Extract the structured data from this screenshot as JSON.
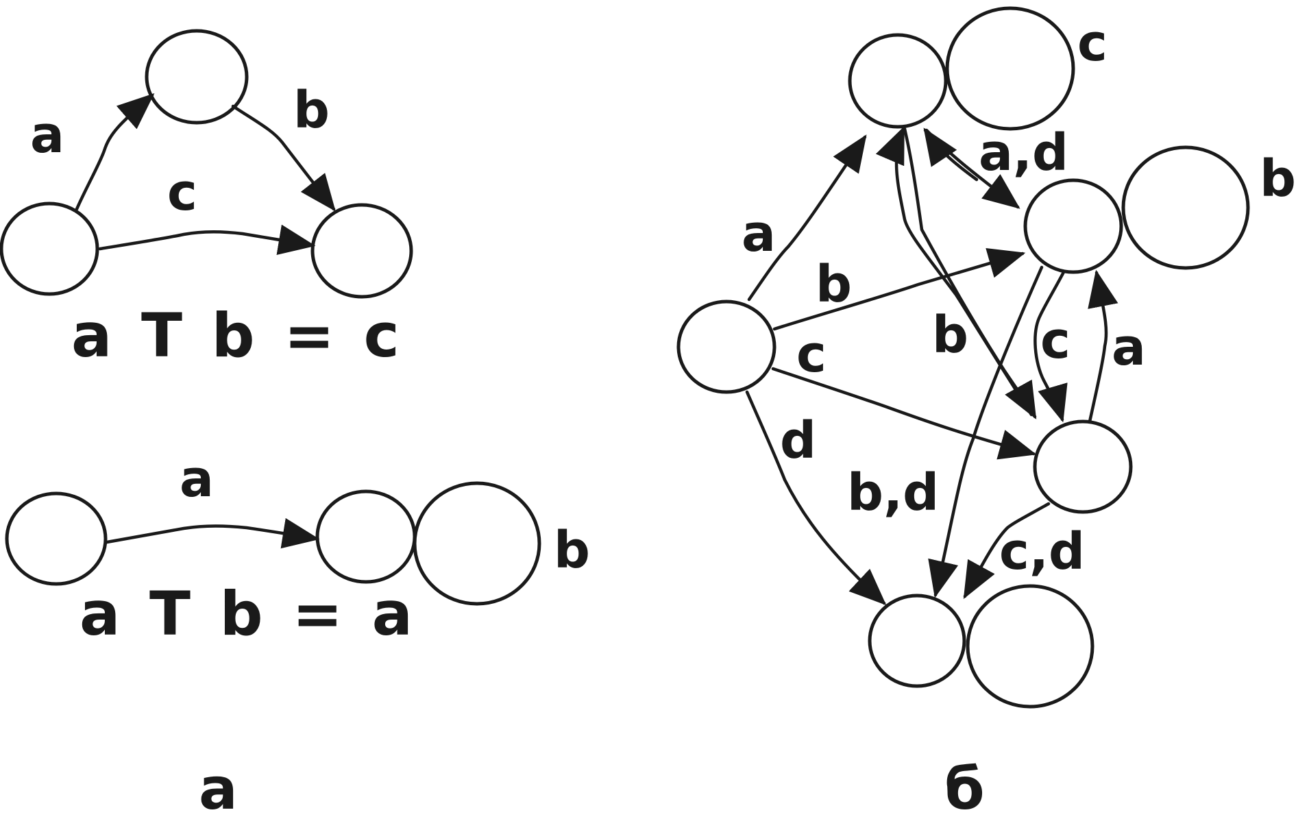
{
  "panel_a": {
    "caption": "а",
    "graph_top": {
      "edge_a": "a",
      "edge_b": "b",
      "edge_c": "c",
      "equation": "a T b = c"
    },
    "graph_bottom": {
      "edge_a": "a",
      "node_label_b": "b",
      "equation": "a T b = a"
    }
  },
  "panel_b": {
    "caption": "б",
    "node_label_c": "c",
    "node_label_b": "b",
    "edge_a_top": "a",
    "edge_b_mid": "b",
    "edge_c_mid": "c",
    "edge_d": "d",
    "edge_ad": "a,d",
    "edge_b_cross": "b",
    "edge_c_right": "c",
    "edge_a_right": "a",
    "edge_bd": "b,d",
    "edge_cd": "c,d"
  }
}
